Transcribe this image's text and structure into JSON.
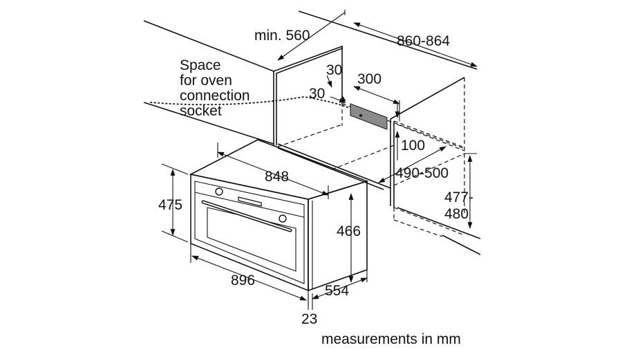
{
  "labels": {
    "min_depth": "min. 560",
    "niche_width": "860-864",
    "socket_note_line1": "Space",
    "socket_note_line2": "for oven",
    "socket_note_line3": "connection",
    "socket_note_line4": "socket",
    "socket_offset_top": "30",
    "socket_offset_side": "30",
    "socket_width": "300",
    "socket_height": "100",
    "niche_depth": "490-500",
    "niche_height_line1": "477-",
    "niche_height_line2": "480",
    "oven_top_width": "848",
    "oven_height": "475",
    "oven_body_height": "466",
    "oven_width": "896",
    "oven_depth": "554",
    "front_thickness": "23",
    "units_note": "measurements in mm"
  },
  "colors": {
    "line": "#111111",
    "socket_fill": "#8a8a8a",
    "background": "#ffffff"
  },
  "icons": {
    "oven_knob_left": "knob-icon",
    "oven_knob_right": "knob-icon",
    "oven_handle": "handle-icon",
    "oven_display": "display-icon"
  }
}
